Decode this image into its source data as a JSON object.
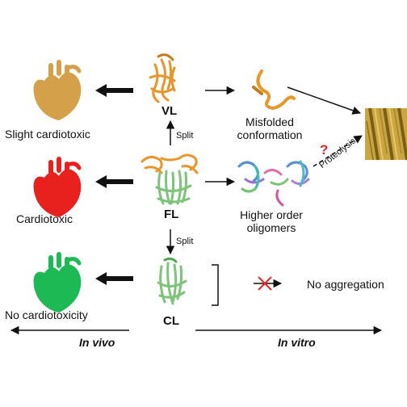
{
  "labels": {
    "vl": "VL",
    "fl": "FL",
    "cl": "CL",
    "split_top": "Split",
    "split_bottom": "Split",
    "slight_cardiotoxic": "Slight cardiotoxic",
    "cardiotoxic": "Cardiotoxic",
    "no_cardiotoxicity": "No cardiotoxicity",
    "misfolded_line1": "Misfolded",
    "misfolded_line2": "conformation",
    "higher_line1": "Higher order",
    "higher_line2": "oligomers",
    "proteolysis": "Proteolysis",
    "question": "?",
    "no_aggregation": "No aggregation",
    "in_vivo": "In vivo",
    "in_vitro": "In vitro"
  },
  "colors": {
    "heart_slight": "#D4A04A",
    "heart_cardio": "#E8201E",
    "heart_none": "#1DB954",
    "protein_orange": "#E8952A",
    "protein_green": "#7DC47A",
    "fibril": "#B8952A",
    "cross": "#E32626",
    "question": "#E32626"
  },
  "icons": {
    "heart_top": "heart-icon",
    "heart_mid": "heart-icon",
    "heart_bottom": "heart-icon",
    "fibril": "amyloid-fibril-icon",
    "cross": "cross-icon"
  }
}
